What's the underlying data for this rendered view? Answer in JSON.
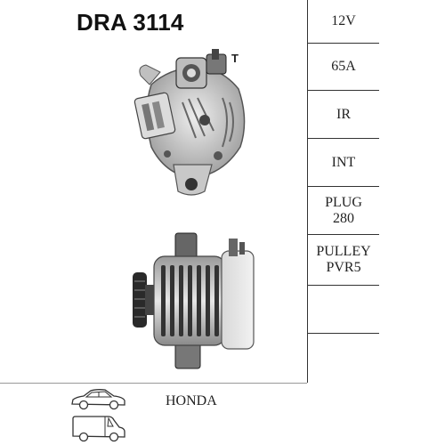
{
  "header": {
    "title": "DRA 3114"
  },
  "image_top": {
    "terminal_label": "T"
  },
  "specs": [
    {
      "lines": [
        "12V"
      ]
    },
    {
      "lines": [
        "65A"
      ]
    },
    {
      "lines": [
        "IR"
      ]
    },
    {
      "lines": [
        "INT"
      ]
    },
    {
      "lines": [
        "PLUG",
        "280"
      ]
    },
    {
      "lines": [
        "PULLEY",
        "PVR5"
      ]
    },
    {
      "lines": [
        ""
      ]
    },
    {
      "lines": [
        ""
      ]
    }
  ],
  "vehicles": {
    "brand": "HONDA",
    "icons": [
      "car-sedan-icon",
      "van-icon"
    ]
  }
}
